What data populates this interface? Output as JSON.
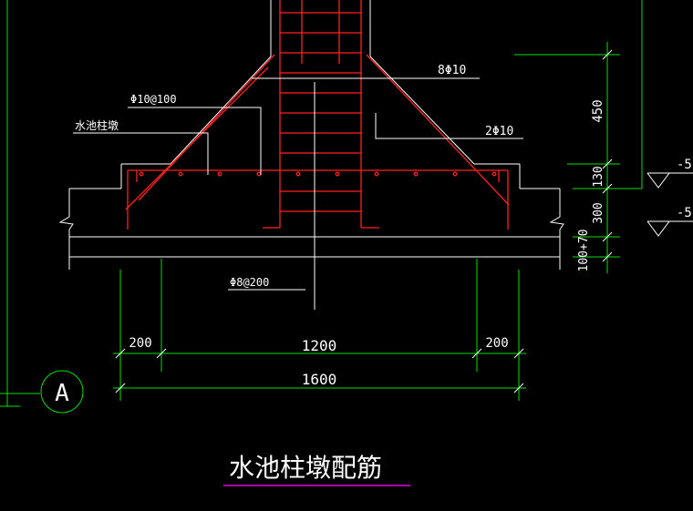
{
  "labels": {
    "rebar_top": "8Φ10",
    "rebar_stirrup": "Φ10@100",
    "pier_name": "水池柱墩",
    "rebar_slope": "2Φ10",
    "rebar_bottom": "Φ8@200"
  },
  "dimensions": {
    "h_left": "200",
    "h_mid": "1200",
    "h_right": "200",
    "h_total": "1600",
    "v_450": "450",
    "v_130": "130",
    "v_300": "300",
    "v_100_70": "100+70"
  },
  "elevations": {
    "upper": "-5",
    "lower": "-5"
  },
  "axis": {
    "label": "A"
  },
  "title": "水池柱墩配筋",
  "colors": {
    "outline": "#ffffff",
    "dimension": "#00e000",
    "rebar": "#ff2020",
    "title_underline": "#e000e0"
  }
}
